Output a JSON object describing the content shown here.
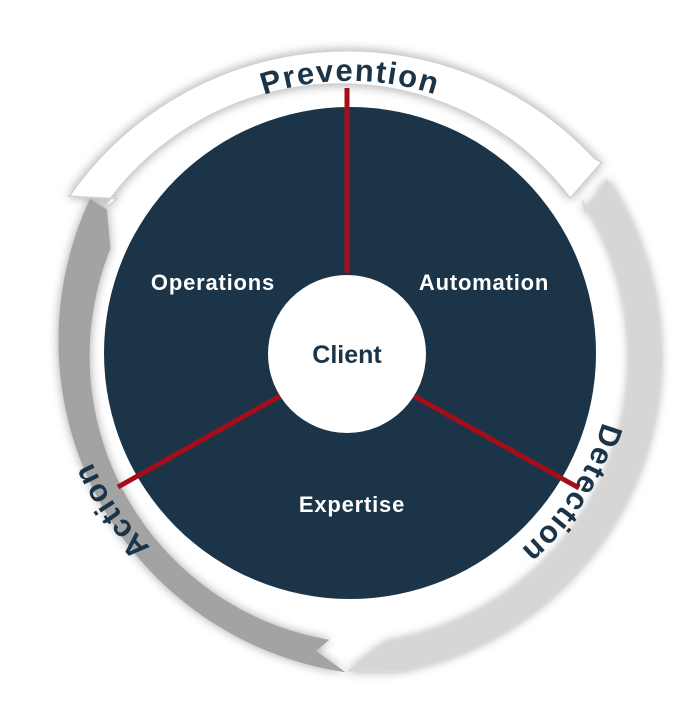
{
  "diagram": {
    "center": "Client",
    "sectors": [
      "Operations",
      "Automation",
      "Expertise"
    ],
    "cycle": [
      "Prevention",
      "Detection",
      "Action"
    ]
  },
  "colors": {
    "navy": "#1b3448",
    "divider": "#a60d1b",
    "arrow_outline": "#ffffff",
    "arrow_light": "#d6d6d6",
    "arrow_mid": "#a3a3a3",
    "hub": "#ffffff",
    "hub_text": "#1b3448",
    "sector_text": "#ffffff",
    "ring_text": "#1b3448"
  }
}
